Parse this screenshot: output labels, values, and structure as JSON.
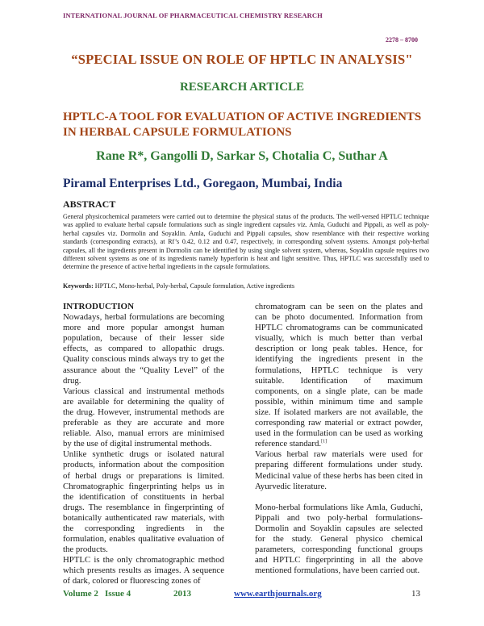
{
  "header": {
    "journal": "INTERNATIONAL JOURNAL OF PHARMACEUTICAL CHEMISTRY RESEARCH",
    "issn": "2278 – 8700"
  },
  "special_issue": "“SPECIAL ISSUE ON ROLE OF  HPTLC IN ANALYSIS\"",
  "article_type": "RESEARCH ARTICLE",
  "title_line1": "HPTLC-A TOOL FOR EVALUATION OF ACTIVE INGREDIENTS",
  "title_line2": "IN  HERBAL CAPSULE FORMULATIONS",
  "authors": "Rane R*, Gangolli D, Sarkar S, Chotalia C, Suthar A",
  "affiliation": "Piramal Enterprises Ltd., Goregaon, Mumbai, India",
  "abstract": {
    "heading": "ABSTRACT",
    "text": "General physicochemical parameters were carried out to determine the physical status of the products. The well-versed HPTLC technique was applied to evaluate herbal capsule formulations such as single ingredient capsules viz. Amla, Guduchi and Pippali, as well as poly-herbal capsules viz. Dormolin and Soyaklin. Amla, Guduchi and Pippali capsules, show resemblance with their respective working standards (corresponding extracts), at Rf’s 0.42, 0.12 and 0.47, respectively, in corresponding solvent systems. Amongst poly-herbal capsules, all the ingredients present in Dormolin can be identified by using single solvent system, whereas, Soyaklin capsule requires two different solvent systems as one of its ingredients namely hyperforin is heat and light sensitive. Thus, HPTLC was successfully used to determine the presence of active herbal ingredients in the capsule formulations.",
    "keywords_label": "Keywords:",
    "keywords": " HPTLC, Mono-herbal, Poly-herbal, Capsule formulation, Active ingredients"
  },
  "left_column": {
    "heading": "INTRODUCTION",
    "p1": "Nowadays, herbal formulations are becoming more and more popular amongst human population, because of their lesser side effects, as compared to allopathic drugs. Quality conscious minds always try to get the assurance about the “Quality Level” of the drug.",
    "p2": "Various classical and instrumental methods are available for determining the quality of the drug. However, instrumental methods are preferable as they are accurate and more reliable.  Also, manual errors are minimised by the use of digital instrumental methods.",
    "p3": "Unlike synthetic drugs or isolated natural products, information about the composition of herbal drugs or preparations is limited. Chromatographic fingerprinting helps us in the identification of constituents in herbal drugs. The resemblance in fingerprinting of botanically authenticated raw materials, with the corresponding ingredients in the formulation, enables qualitative evaluation of the products.",
    "p4": "HPTLC is the only chromatographic method which presents results as images. A sequence of dark, colored or fluorescing zones of"
  },
  "right_column": {
    "p1": "chromatogram can be seen on the plates and can be photo documented. Information from HPTLC chromatograms can be communicated visually, which is much better than verbal description or long peak tables. Hence, for identifying the ingredients present in the formulations, HPTLC technique is very suitable. Identification of maximum components, on a single plate, can be made possible, within minimum time and sample size. If isolated markers are not available, the corresponding raw material or extract powder, used in the formulation can be used as working reference standard.",
    "ref1": "[1]",
    "p2": "Various herbal raw materials were used for preparing different formulations under study. Medicinal value of these herbs has been cited in Ayurvedic literature.",
    "p3": "Mono-herbal formulations like Amla, Guduchi, Pippali and two poly-herbal formulations- Dormolin and Soyaklin capsules are selected for the study. General physico chemical parameters, corresponding functional groups and HPTLC fingerprinting in all the above mentioned formulations, have been carried out."
  },
  "footer": {
    "volume": "Volume 2",
    "issue": "Issue 4",
    "year": "2013",
    "url": "www.earthjournals.org",
    "page": "13"
  },
  "colors": {
    "journal": "#7a1f60",
    "green_headings": "#2f7a35",
    "title": "#a24416",
    "affiliation": "#1d2f6a",
    "link": "#1d3fb5"
  }
}
